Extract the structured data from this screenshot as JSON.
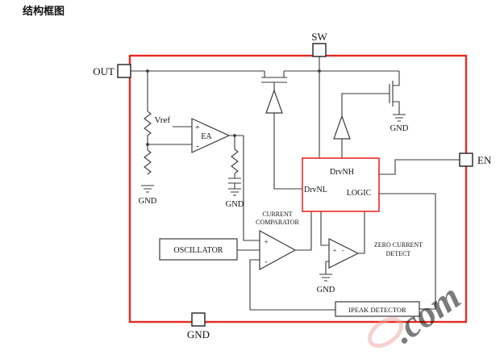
{
  "title": "结构框图",
  "pins": {
    "sw": "SW",
    "out": "OUT",
    "en": "EN",
    "gnd": "GND"
  },
  "blocks": {
    "oscillator": "OSCILLATOR",
    "logic": "LOGIC",
    "drvnh": "DrvNH",
    "drvnl": "DrvNL",
    "ea": "EA",
    "ipeak": "IPEAK DETECTOR",
    "current_comparator": {
      "line1": "CURRENT",
      "line2": "COMPARATOR"
    },
    "zero_current": {
      "line1": "ZERO CURRENT",
      "line2": "DETECT"
    }
  },
  "labels": {
    "vref": "Vref",
    "gnd": "GND",
    "plus": "+",
    "minus": "-"
  },
  "colors": {
    "chip_border": "#e72b23",
    "wire": "#3a3a3a",
    "watermark": "#eba5a0"
  },
  "watermark": {
    "text": ".com"
  }
}
